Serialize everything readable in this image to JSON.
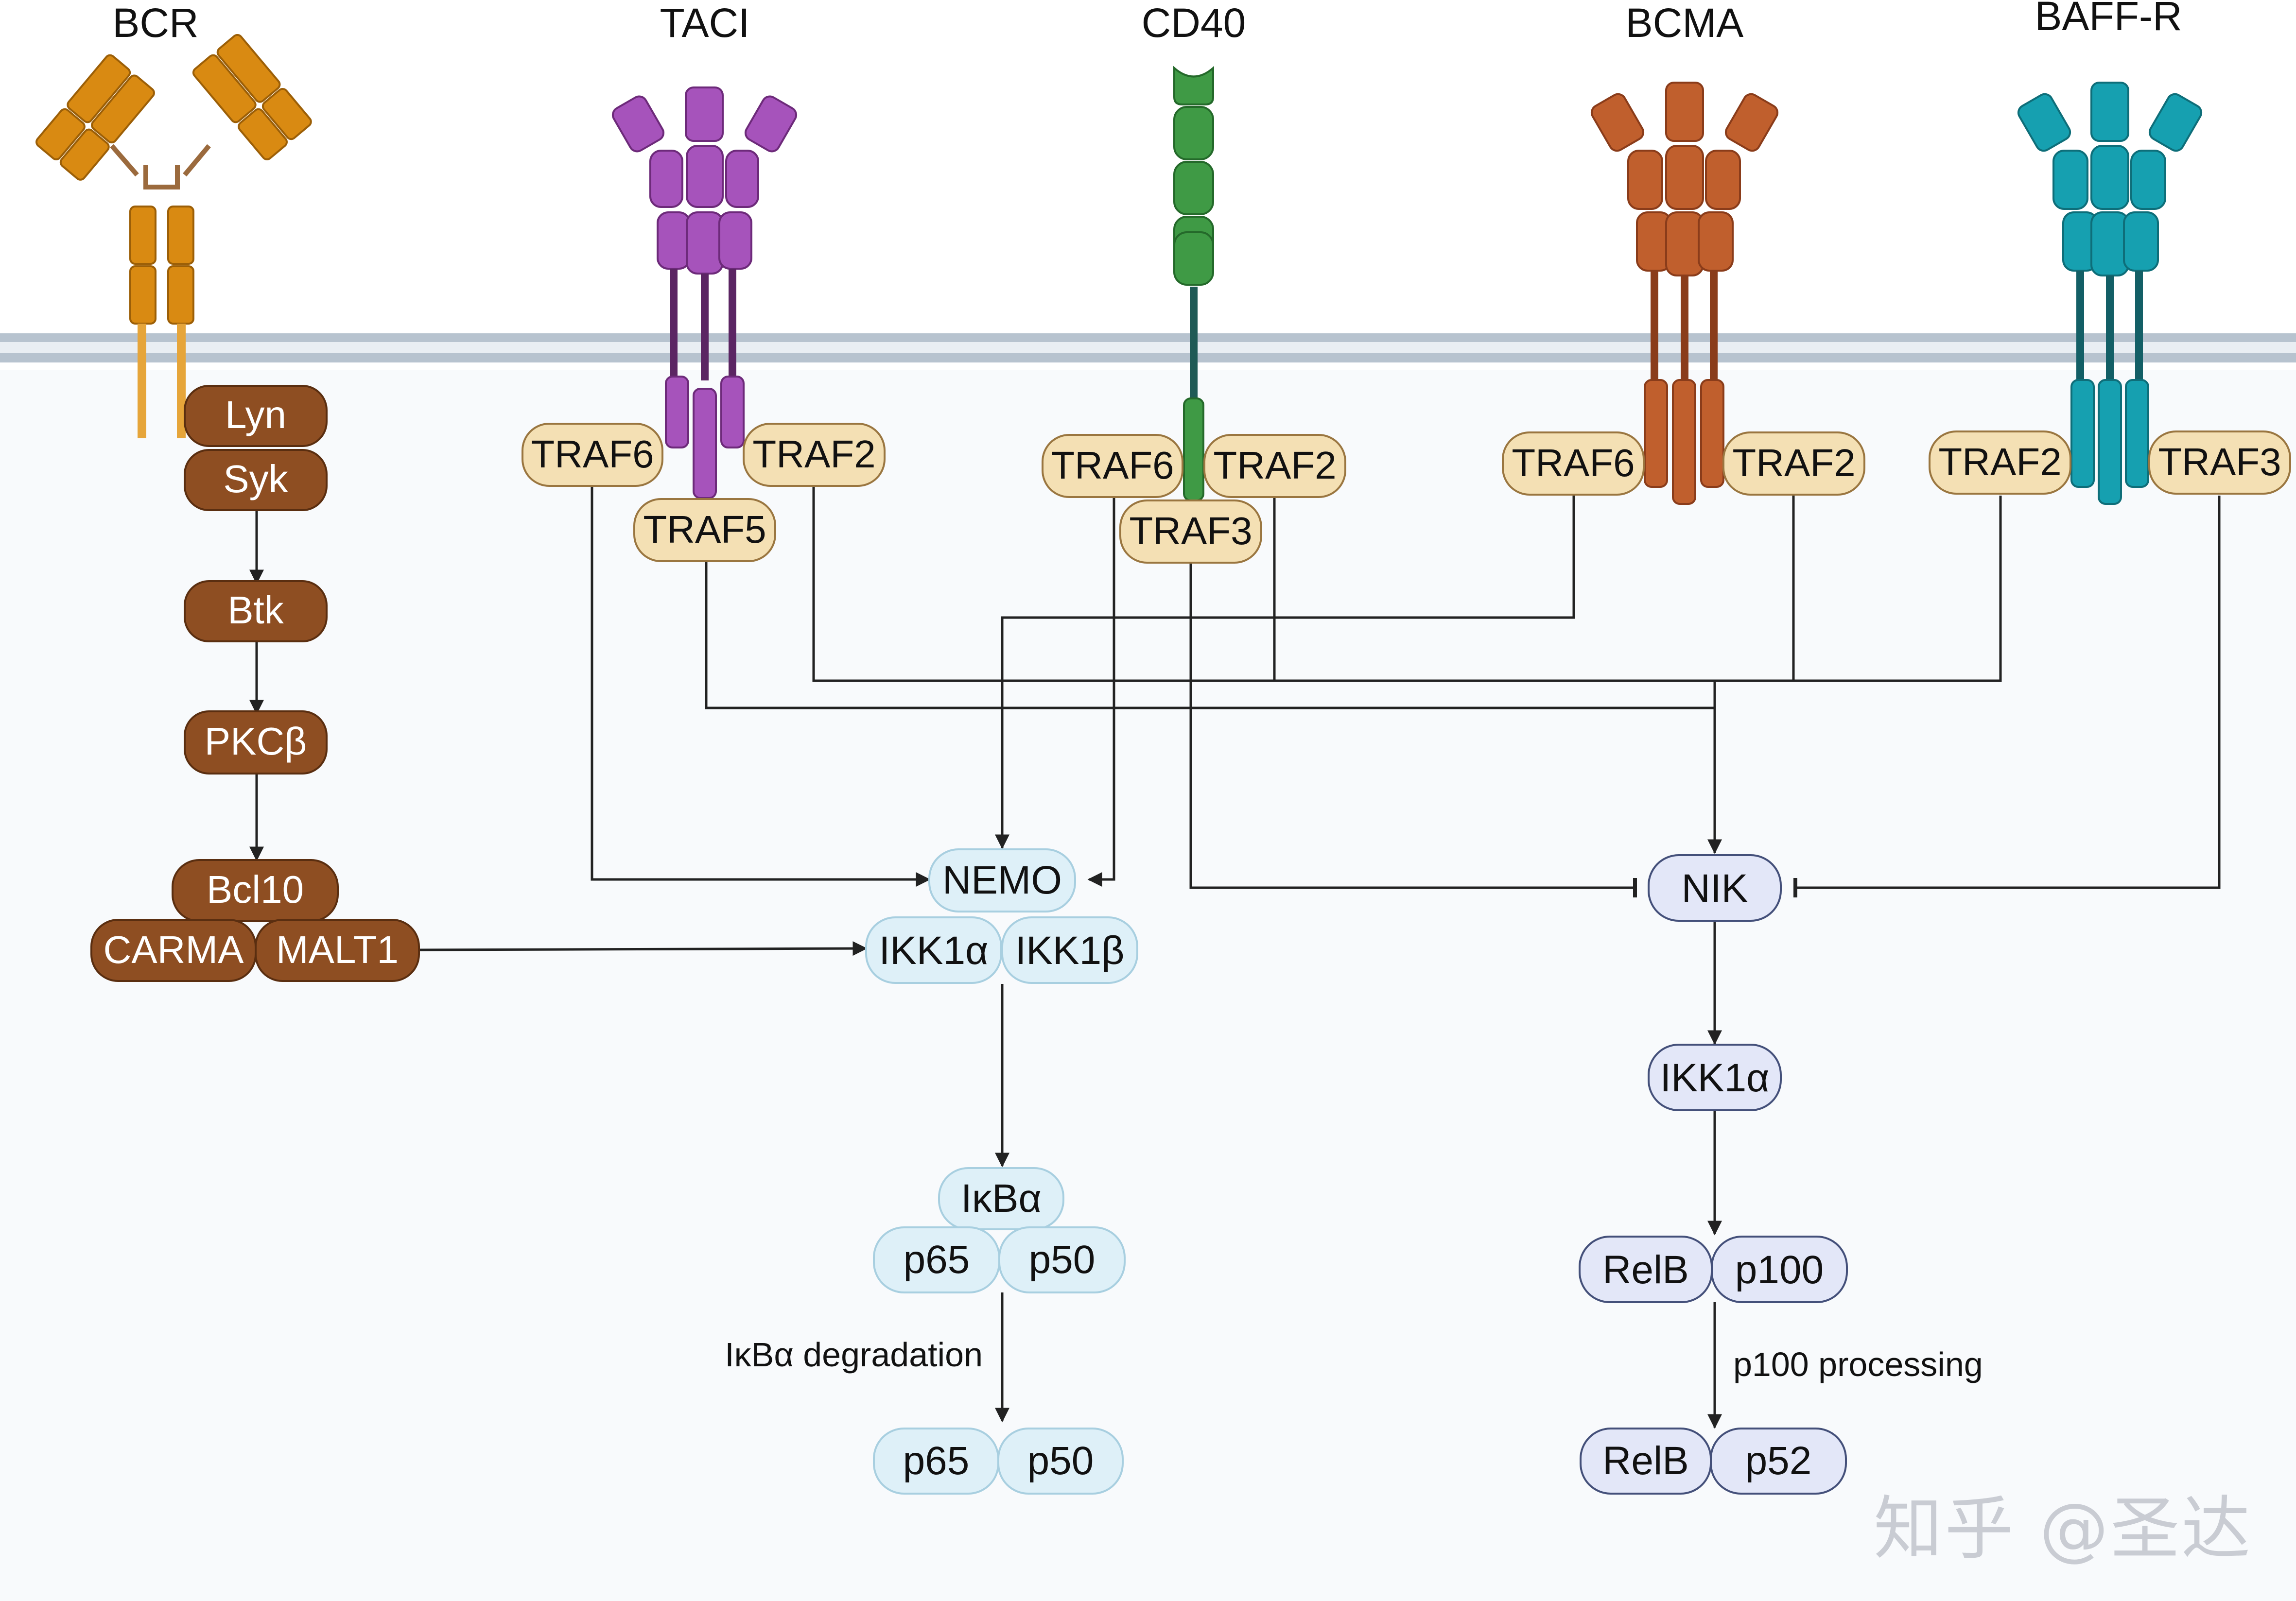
{
  "receptors": {
    "bcr": "BCR",
    "taci": "TACI",
    "cd40": "CD40",
    "bcma": "BCMA",
    "baffr": "BAFF-R"
  },
  "bcr_pathway": {
    "lyn": "Lyn",
    "syk": "Syk",
    "btk": "Btk",
    "pkcb": "PKCβ",
    "bcl10": "Bcl10",
    "carma": "CARMA",
    "malt1": "MALT1"
  },
  "adaptors": {
    "taci_traf6": "TRAF6",
    "taci_traf2": "TRAF2",
    "taci_traf5": "TRAF5",
    "cd40_traf6": "TRAF6",
    "cd40_traf2": "TRAF2",
    "cd40_traf3": "TRAF3",
    "bcma_traf6": "TRAF6",
    "bcma_traf2": "TRAF2",
    "baffr_traf2": "TRAF2",
    "baffr_traf3": "TRAF3"
  },
  "canonical": {
    "nemo": "NEMO",
    "ikk1a": "IKK1α",
    "ikk1b": "IKK1β",
    "ikba": "IκBα",
    "p65": "p65",
    "p50": "p50",
    "degradation_label": "IκBα degradation",
    "p65_free": "p65",
    "p50_free": "p50"
  },
  "noncanonical": {
    "nik": "NIK",
    "ikk1a": "IKK1α",
    "relb": "RelB",
    "p100": "p100",
    "processing_label": "p100 processing",
    "relb_free": "RelB",
    "p52": "p52"
  },
  "watermark": "知乎 @圣达",
  "colors": {
    "membrane": "#b7c3cf",
    "bcr_receptor": "#d98a12",
    "taci_receptor": "#a653bb",
    "taci_stalk": "#5b2563",
    "cd40_receptor": "#3f9a45",
    "cd40_stalk": "#1f5a55",
    "bcma_receptor": "#c05f2d",
    "bcma_stalk": "#8a3c1a",
    "baffr_receptor": "#16a0b0",
    "baffr_stalk": "#135f66",
    "brown_node": "#8e4e22",
    "traf_fill": "#f4e0b4",
    "canonical_fill": "#def0f8",
    "noncanonical_fill": "#e3e7f8"
  }
}
